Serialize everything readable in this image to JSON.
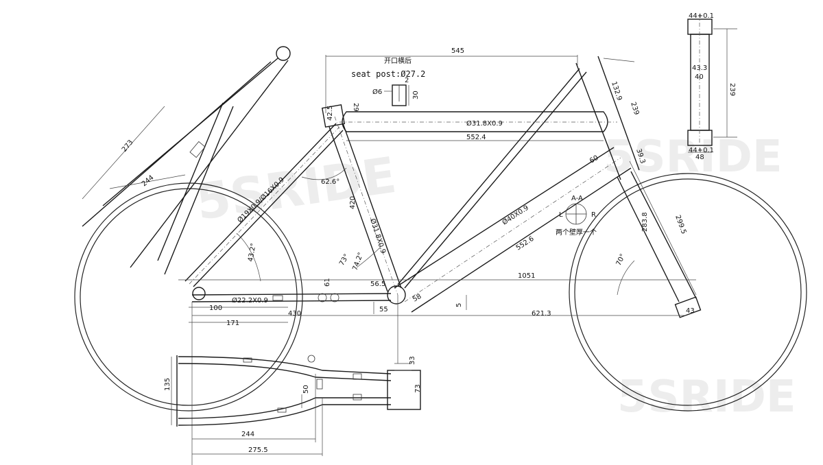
{
  "drawing": {
    "seat_post_note_cn": "开口横后",
    "seat_post_label": "seat post:Ø27.2",
    "watermark": "5SRIDE",
    "section_label": "A-A",
    "section_left": "L",
    "section_right": "R",
    "section_note": "两个壁厚一个"
  },
  "dimensions": {
    "top_length": "545",
    "top_tube_length": "552.4",
    "top_tube_spec": "Ø31.8X0.9",
    "seat_tube_spec": "Ø31.8X0.9",
    "down_tube_spec": "Ø40X0.9",
    "down_tube_length": "552.6",
    "seatstay_spec": "Ø19X0.9/Ø16X0.9",
    "chainstay_spec": "Ø22.2X0.9",
    "seat_tube_length": "420",
    "seat_angle": "62.6°",
    "angle_73": "73°",
    "angle_74": "74.2°",
    "angle_43": "43.2°",
    "head_angle": "70°",
    "wheelbase": "1051",
    "front_center": "621.3",
    "chainstay_len": "430",
    "d171": "171",
    "d100": "100",
    "d55": "55",
    "d56_5": "56.5",
    "d58": "58",
    "d5": "5",
    "d6": "Ø6",
    "d30": "30",
    "d2": "2",
    "d42_5": "42.5",
    "d29": "29",
    "d61": "61",
    "d273": "273",
    "d244": "244",
    "d132_9": "132.9",
    "d239": "239",
    "d39_3": "39.3",
    "d60": "60",
    "d283_8": "283.8",
    "d299_5": "299.5",
    "d43": "43",
    "d135": "135",
    "d50": "50",
    "d244b": "244",
    "d275_5": "275.5",
    "d33": "33",
    "d73": "73",
    "head_44_top": "44+0.1",
    "head_44_bot": "44+0.1",
    "head_40": "40",
    "head_43_3": "43.3",
    "head_239": "239",
    "head_48": "48"
  }
}
